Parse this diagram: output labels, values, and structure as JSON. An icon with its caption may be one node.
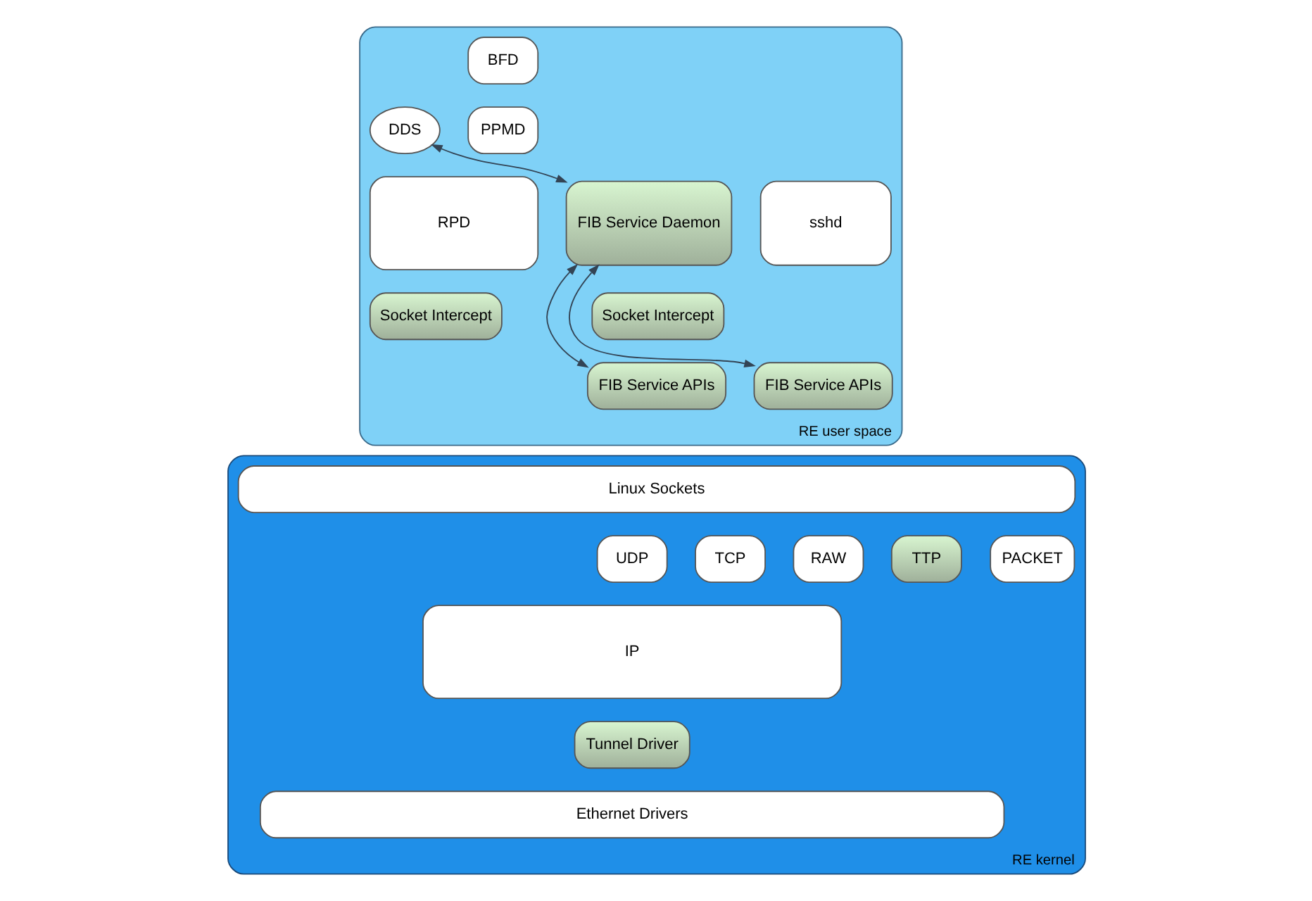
{
  "diagram": {
    "nodes": [
      {
        "text": [
          "RE user space"
        ]
      },
      {
        "text": [
          "BFD"
        ],
        "in": 0
      },
      {
        "text": [
          "PPMD"
        ],
        "in": 0
      },
      {
        "text": [
          "RPD"
        ],
        "in": 0
      },
      {
        "text": [
          "Socket Intercept"
        ],
        "in": 0
      },
      {
        "text": [
          "FIB Service APIs"
        ],
        "in": 0
      },
      {
        "text": [
          "DDS"
        ],
        "in": 0
      },
      {
        "text": [
          "FIB Service Daemon"
        ],
        "in": 0
      },
      {
        "text": [
          "sshd"
        ],
        "in": 0
      },
      {
        "text": [
          "Socket Intercept"
        ],
        "in": 0
      },
      {
        "text": [
          "FIB Service APIs"
        ],
        "in": 0
      },
      {
        "text": [
          "RE kernel"
        ]
      },
      {
        "text": [
          "Linux Sockets"
        ],
        "in": 11
      },
      {
        "text": [
          "UDP"
        ],
        "in": 11
      },
      {
        "text": [
          "TCP"
        ],
        "in": 11
      },
      {
        "text": [
          "RAW"
        ],
        "in": 11
      },
      {
        "text": [
          "TTP"
        ],
        "in": 11
      },
      {
        "text": [
          "PACKET"
        ],
        "in": 11
      },
      {
        "text": [
          "IP"
        ],
        "in": 11
      },
      {
        "text": [
          "Tunnel Driver"
        ],
        "in": 11
      },
      {
        "text": [
          "Ethernet Drivers"
        ],
        "in": 11
      }
    ],
    "edges": [
      {
        "from": 6,
        "to": 7,
        "arrow": "both"
      },
      {
        "from": 7,
        "to": 5,
        "arrow": "both"
      },
      {
        "from": 7,
        "to": 10,
        "arrow": "both"
      }
    ]
  }
}
